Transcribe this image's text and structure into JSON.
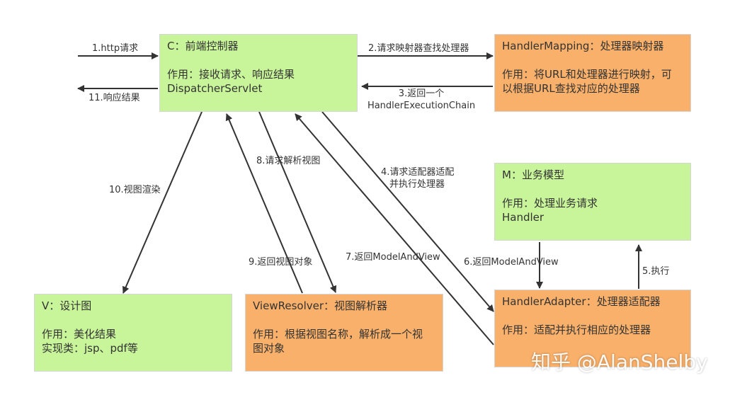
{
  "boxes": {
    "controller": {
      "title": "C：前端控制器",
      "lines": [
        "作用：接收请求、响应结果",
        "DispatcherServlet"
      ]
    },
    "handler_mapping": {
      "title": "HandlerMapping：处理器映射器",
      "lines": [
        "作用：将URL和处理器进行映射，可",
        "以根据URL查找对应的处理器"
      ]
    },
    "model": {
      "title": "M：业务模型",
      "lines": [
        "作用：处理业务请求",
        "Handler"
      ]
    },
    "handler_adapter": {
      "title": "HandlerAdapter：处理器适配器",
      "lines": [
        "作用：适配并执行相应的处理器"
      ]
    },
    "view_resolver": {
      "title": "ViewResolver：视图解析器",
      "lines": [
        "作用：根据视图名称，解析成一个视",
        "图对象"
      ]
    },
    "view": {
      "title": "V：设计图",
      "lines": [
        "作用：美化结果",
        "实现类：jsp、pdf等"
      ]
    }
  },
  "edges": {
    "e1": "1.http请求",
    "e2": "2.请求映射器查找处理器",
    "e3": [
      "3.返回一个",
      "HandlerExecutionChain"
    ],
    "e4": [
      "4.请求适配器适配",
      "并执行处理器"
    ],
    "e5": "5.执行",
    "e6": "6.返回ModelAndView",
    "e7": "7.返回ModelAndView",
    "e8": "8.请求解析视图",
    "e9": "9.返回视图对象",
    "e10": "10.视图渲染",
    "e11": "11.响应结果"
  },
  "watermark": "知乎 @AlanShelby",
  "colors": {
    "green": "#c8f59a",
    "orange": "#f9b06a",
    "line": "#333333"
  }
}
